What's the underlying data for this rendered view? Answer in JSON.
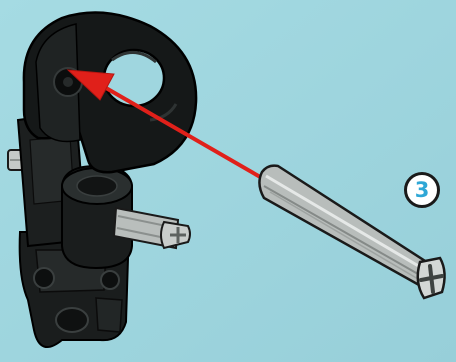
{
  "step": {
    "number": "3"
  },
  "colors": {
    "background": "#9fd6df",
    "part_dark": "#171a1a",
    "axle_gray": "#b8bdbb",
    "arrow_red": "#e0201a",
    "step_number": "#2fa7d6"
  },
  "icons": {
    "badge": "step-number-badge",
    "arrow": "insert-direction-arrow",
    "part": "axle-part",
    "assembly": "connector-assembly"
  }
}
